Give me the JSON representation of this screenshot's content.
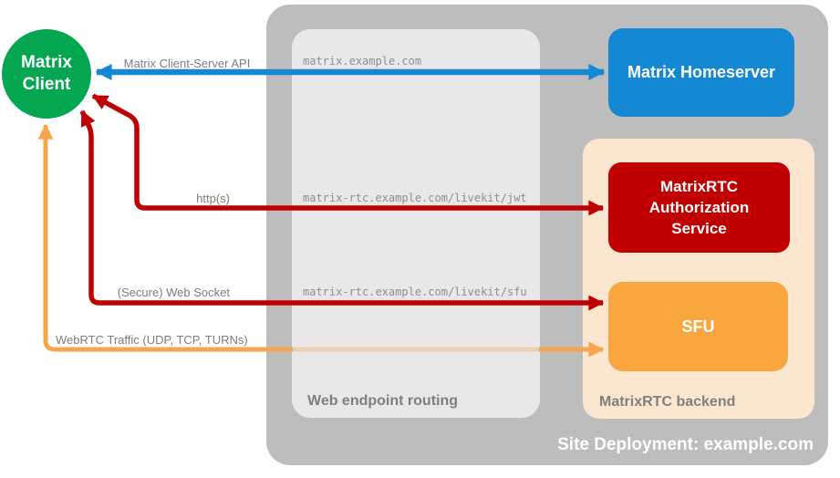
{
  "nodes": {
    "client": {
      "lines": [
        "Matrix",
        "Client"
      ],
      "color": "#05a651"
    },
    "homeserver": {
      "label": "Matrix Homeserver",
      "color": "#1588d4"
    },
    "auth_service": {
      "lines": [
        "MatrixRTC",
        "Authorization",
        "Service"
      ],
      "color": "#c00000"
    },
    "sfu": {
      "label": "SFU",
      "color": "#f9a63e"
    }
  },
  "panels": {
    "routing": {
      "label": "Web endpoint routing",
      "color": "#e8e8e8"
    },
    "backend": {
      "label": "MatrixRTC backend",
      "color": "#fce6d0"
    },
    "deployment": {
      "label": "Site Deployment: example.com",
      "color": "#bdbdbd"
    }
  },
  "connections": [
    {
      "label": "Matrix Client-Server API",
      "route": "matrix.example.com",
      "color": "#1588d4"
    },
    {
      "label": "http(s)",
      "route": "matrix-rtc.example.com/livekit/jwt",
      "color": "#c00000"
    },
    {
      "label": "(Secure) Web Socket",
      "route": "matrix-rtc.example.com/livekit/sfu",
      "color": "#c00000"
    },
    {
      "label": "WebRTC Traffic (UDP, TCP, TURNs)",
      "route": "",
      "color": "#f6a64a"
    }
  ]
}
